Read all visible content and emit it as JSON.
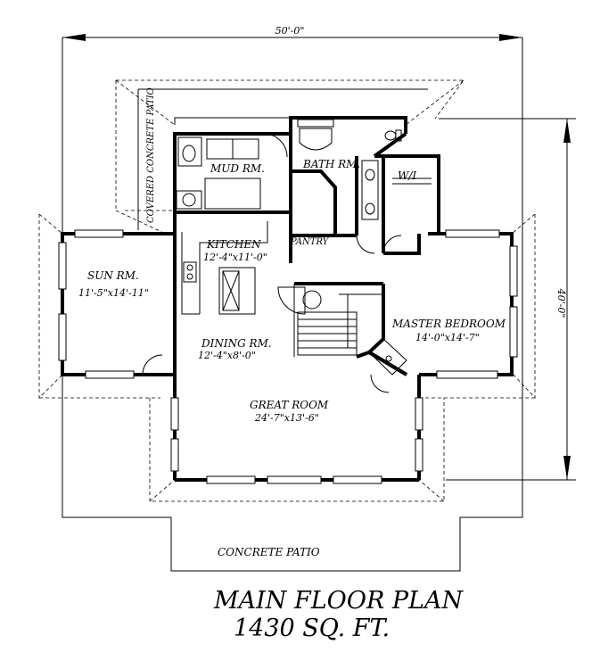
{
  "dimensions": {
    "width_label": "50'-0\"",
    "depth_label": "40'-0\""
  },
  "rooms": {
    "covered_patio": "COVERED CONCRETE PATIO",
    "mud_room": "MUD RM.",
    "bath_room": "BATH RM.",
    "walk_in": "W/I",
    "kitchen": {
      "name": "KITCHEN",
      "size": "12'-4\"x11'-0\""
    },
    "pantry": "PANTRY",
    "sun_room": {
      "name": "SUN RM.",
      "size": "11'-5\"x14'-11\""
    },
    "dining_room": {
      "name": "DINING RM.",
      "size": "12'-4\"x8'-0\""
    },
    "master_bedroom": {
      "name": "MASTER BEDROOM",
      "size": "14'-0\"x14'-7\""
    },
    "great_room": {
      "name": "GREAT ROOM",
      "size": "24'-7\"x13'-6\""
    },
    "concrete_patio": "CONCRETE PATIO"
  },
  "title": {
    "line1": "MAIN FLOOR PLAN",
    "line2": "1430 SQ. FT."
  }
}
